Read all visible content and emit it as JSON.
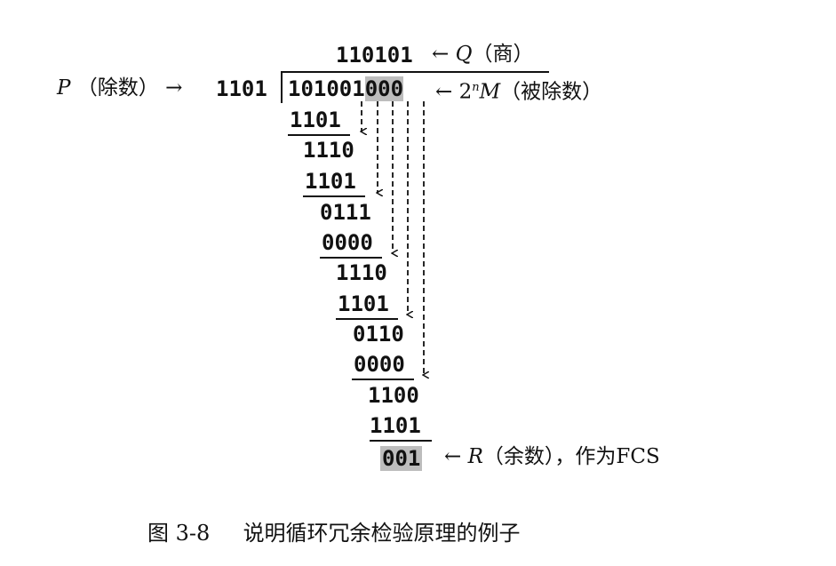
{
  "quotient": {
    "value": "110101",
    "arrow": "←",
    "symbol": "Q",
    "label": "（商）"
  },
  "divisor": {
    "symbol": "P",
    "label": "（除数）",
    "arrow": "→",
    "value": "1101"
  },
  "dividend": {
    "data_bits": "101001",
    "appended_zeros": "000",
    "arrow": "←",
    "prefix": "2",
    "exponent": "n",
    "symbol": "M",
    "label": "（被除数）"
  },
  "steps": [
    "1101",
    "1110",
    "1101",
    "0111",
    "0000",
    "1110",
    "1101",
    "0110",
    "0000",
    "1100",
    "1101"
  ],
  "remainder": {
    "value": "001",
    "arrow": "←",
    "symbol": "R",
    "label": "（余数），作为FCS"
  },
  "caption": {
    "number": "图 3-8",
    "text": "说明循环冗余检验原理的例子"
  }
}
